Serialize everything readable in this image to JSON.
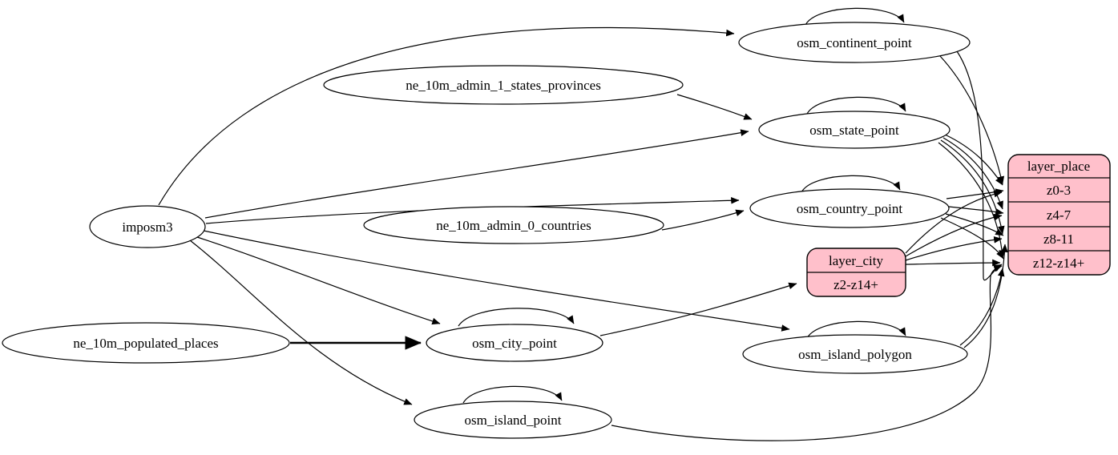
{
  "diagram": {
    "type": "graphviz-etl-digraph",
    "colors": {
      "background": "#ffffff",
      "edge": "#000000",
      "node_stroke": "#000000",
      "ellipse_fill": "#ffffff",
      "record_fill": "#ffc0cb",
      "text": "#000000"
    },
    "nodes": {
      "imposm3": {
        "label": "imposm3",
        "shape": "ellipse"
      },
      "ne_10m_admin_1_states_provinces": {
        "label": "ne_10m_admin_1_states_provinces",
        "shape": "ellipse"
      },
      "ne_10m_admin_0_countries": {
        "label": "ne_10m_admin_0_countries",
        "shape": "ellipse"
      },
      "ne_10m_populated_places": {
        "label": "ne_10m_populated_places",
        "shape": "ellipse"
      },
      "osm_continent_point": {
        "label": "osm_continent_point",
        "shape": "ellipse",
        "self_loop": true
      },
      "osm_state_point": {
        "label": "osm_state_point",
        "shape": "ellipse",
        "self_loop": true
      },
      "osm_country_point": {
        "label": "osm_country_point",
        "shape": "ellipse",
        "self_loop": true
      },
      "osm_city_point": {
        "label": "osm_city_point",
        "shape": "ellipse",
        "self_loop": true
      },
      "osm_island_polygon": {
        "label": "osm_island_polygon",
        "shape": "ellipse",
        "self_loop": true
      },
      "osm_island_point": {
        "label": "osm_island_point",
        "shape": "ellipse",
        "self_loop": true
      },
      "layer_city": {
        "label": "layer_city",
        "shape": "record",
        "rows": [
          "z2-z14+"
        ]
      },
      "layer_place": {
        "label": "layer_place",
        "shape": "record",
        "rows": [
          "z0-3",
          "z4-7",
          "z8-11",
          "z12-z14+"
        ]
      }
    },
    "edges": [
      {
        "from": "imposm3",
        "to": "osm_continent_point"
      },
      {
        "from": "imposm3",
        "to": "osm_state_point"
      },
      {
        "from": "imposm3",
        "to": "osm_country_point"
      },
      {
        "from": "imposm3",
        "to": "osm_city_point"
      },
      {
        "from": "imposm3",
        "to": "osm_island_polygon"
      },
      {
        "from": "imposm3",
        "to": "osm_island_point"
      },
      {
        "from": "ne_10m_admin_1_states_provinces",
        "to": "osm_state_point"
      },
      {
        "from": "ne_10m_admin_0_countries",
        "to": "osm_country_point"
      },
      {
        "from": "ne_10m_populated_places",
        "to": "osm_city_point"
      },
      {
        "from": "osm_continent_point",
        "to": "osm_continent_point"
      },
      {
        "from": "osm_state_point",
        "to": "osm_state_point"
      },
      {
        "from": "osm_country_point",
        "to": "osm_country_point"
      },
      {
        "from": "osm_city_point",
        "to": "osm_city_point"
      },
      {
        "from": "osm_island_polygon",
        "to": "osm_island_polygon"
      },
      {
        "from": "osm_island_point",
        "to": "osm_island_point"
      },
      {
        "from": "osm_city_point",
        "to": "layer_city",
        "to_row": "z2-z14+"
      },
      {
        "from": "osm_continent_point",
        "to": "layer_place",
        "to_row": "z0-3"
      },
      {
        "from": "osm_continent_point",
        "to": "layer_place",
        "to_row": "z12-z14+"
      },
      {
        "from": "osm_state_point",
        "to": "layer_place",
        "to_row": "z0-3"
      },
      {
        "from": "osm_state_point",
        "to": "layer_place",
        "to_row": "z4-7"
      },
      {
        "from": "osm_state_point",
        "to": "layer_place",
        "to_row": "z8-11"
      },
      {
        "from": "osm_state_point",
        "to": "layer_place",
        "to_row": "z12-z14+"
      },
      {
        "from": "osm_country_point",
        "to": "layer_place",
        "to_row": "z0-3"
      },
      {
        "from": "osm_country_point",
        "to": "layer_place",
        "to_row": "z4-7"
      },
      {
        "from": "osm_country_point",
        "to": "layer_place",
        "to_row": "z8-11"
      },
      {
        "from": "osm_country_point",
        "to": "layer_place",
        "to_row": "z12-z14+"
      },
      {
        "from": "osm_island_polygon",
        "to": "layer_place",
        "to_row": "z8-11"
      },
      {
        "from": "osm_island_polygon",
        "to": "layer_place",
        "to_row": "z12-z14+"
      },
      {
        "from": "osm_island_point",
        "to": "layer_place",
        "to_row": "z12-z14+"
      },
      {
        "from": "layer_city",
        "to": "layer_place",
        "to_row": "z0-3"
      },
      {
        "from": "layer_city",
        "to": "layer_place",
        "to_row": "z4-7"
      },
      {
        "from": "layer_city",
        "to": "layer_place",
        "to_row": "z8-11"
      },
      {
        "from": "layer_city",
        "to": "layer_place",
        "to_row": "z12-z14+"
      }
    ]
  }
}
